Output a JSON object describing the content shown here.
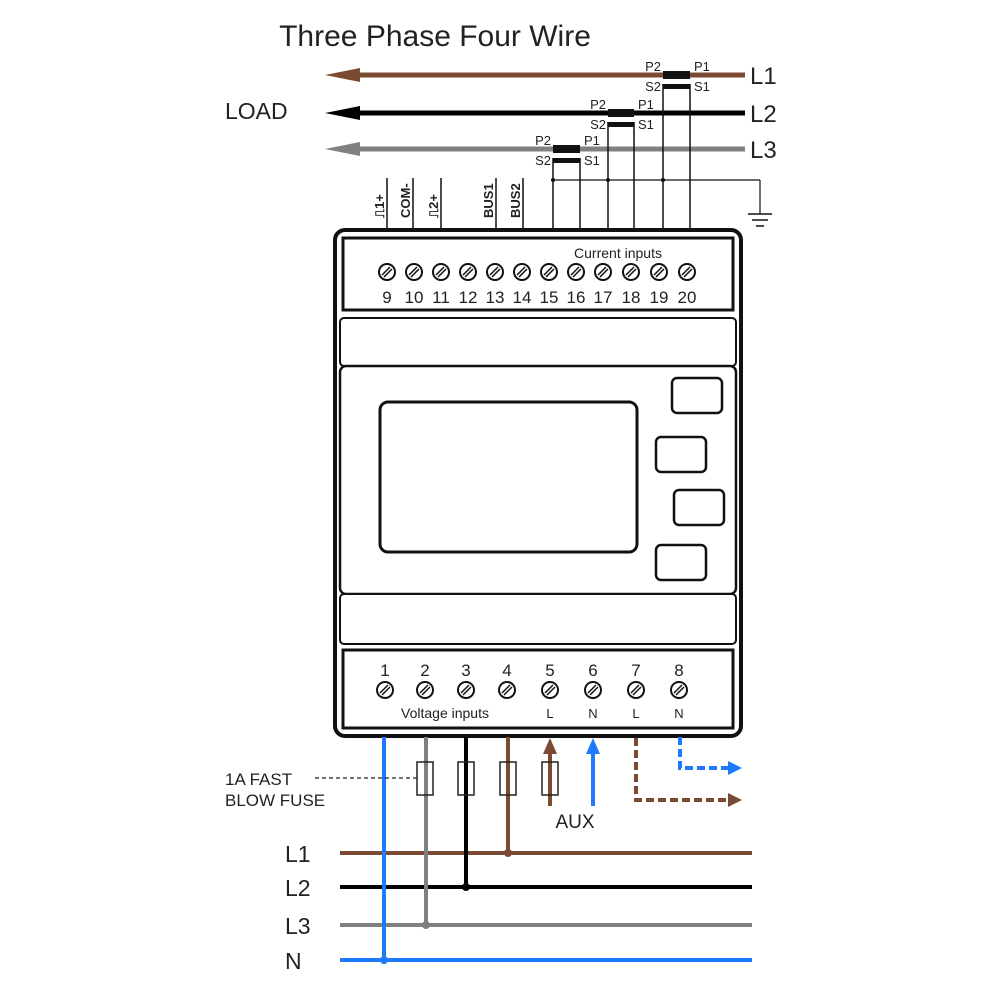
{
  "title": "Three Phase Four Wire",
  "load_label": "LOAD",
  "top_lines": [
    {
      "label": "L1",
      "color": "#7a4a33"
    },
    {
      "label": "L2",
      "color": "#000000"
    },
    {
      "label": "L3",
      "color": "#808080"
    }
  ],
  "ct_labels": {
    "p2": "P2",
    "p1": "P1",
    "s2": "S2",
    "s1": "S1"
  },
  "pulse_labels": [
    "⎍1+",
    "COM-",
    "⎍2+",
    "BUS1",
    "BUS2"
  ],
  "current_inputs_label": "Current inputs",
  "top_terminals": [
    "9",
    "10",
    "11",
    "12",
    "13",
    "14",
    "15",
    "16",
    "17",
    "18",
    "19",
    "20"
  ],
  "bottom_terminals": [
    "1",
    "2",
    "3",
    "4",
    "5",
    "6",
    "7",
    "8"
  ],
  "bottom_terminal_sublabels": [
    "",
    "",
    "",
    "",
    "L",
    "N",
    "L",
    "N"
  ],
  "voltage_inputs_label": "Voltage inputs",
  "fuse_label": [
    "1A  FAST",
    "BLOW FUSE"
  ],
  "aux_label": "AUX",
  "bottom_lines": [
    {
      "label": "L1",
      "color": "#7a4a33"
    },
    {
      "label": "L2",
      "color": "#000000"
    },
    {
      "label": "L3",
      "color": "#808080"
    },
    {
      "label": "N",
      "color": "#1e7bff"
    }
  ],
  "colors": {
    "brown": "#7a4a33",
    "blue": "#1e7bff",
    "gray": "#808080",
    "black": "#000000",
    "terminal_numbers": "#1c2a55"
  }
}
